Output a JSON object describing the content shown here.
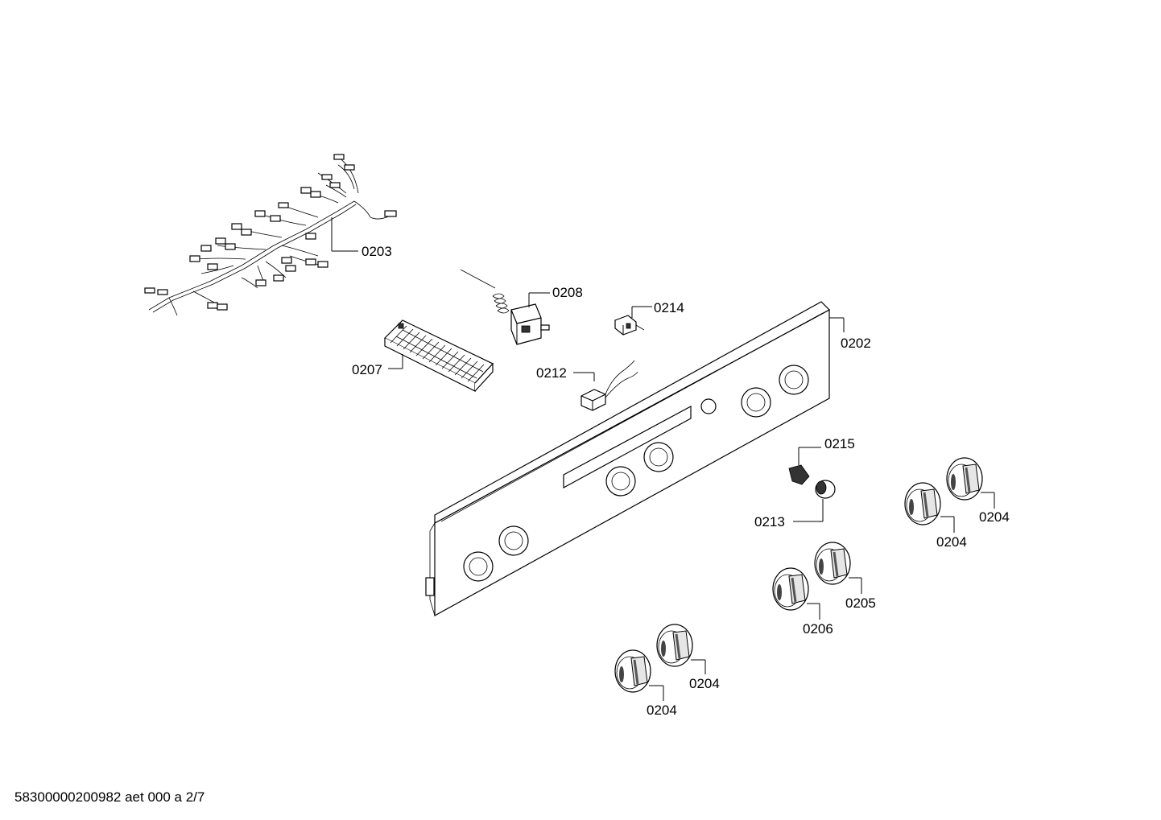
{
  "labels": {
    "harness": "0203",
    "thermostat": "0208",
    "terminal_block": "0207",
    "connector_0214": "0214",
    "panel": "0202",
    "switch_0212": "0212",
    "lamp_holder": "0215",
    "lamp_cap": "0213",
    "knob_tr_1": "0204",
    "knob_tr_2": "0204",
    "knob_mid_1": "0205",
    "knob_mid_2": "0206",
    "knob_bl_1": "0204",
    "knob_bl_2": "0204"
  },
  "footer": "58300000200982 aet 000 a 2/7"
}
